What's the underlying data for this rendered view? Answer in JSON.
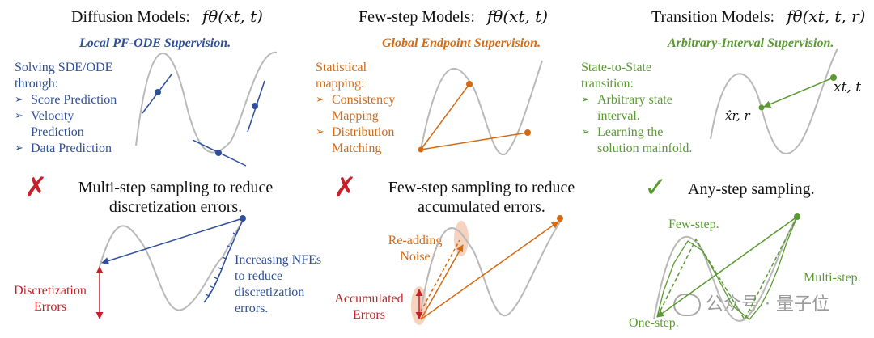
{
  "panels": [
    {
      "title": "Diffusion Models:",
      "formula": "fθ(xt, t)",
      "subtitle": "Local PF-ODE Supervision.",
      "intro": "Solving SDE/ODE through:",
      "bullets": [
        "Score Prediction",
        "Velocity Prediction",
        "Data Prediction"
      ],
      "bottom_title": "Multi-step sampling to reduce discretization errors.",
      "mark": "✗",
      "labels": {
        "errors": "Discretization Errors",
        "nfe": "Increasing NFEs to reduce discretization errors."
      }
    },
    {
      "title": "Few-step Models:",
      "formula": "fθ(xt, t)",
      "subtitle": "Global Endpoint Supervision.",
      "intro": "Statistical mapping:",
      "bullets": [
        "Consistency Mapping",
        "Distribution Matching"
      ],
      "bottom_title": "Few-step sampling to reduce accumulated errors.",
      "mark": "✗",
      "labels": {
        "noise": "Re-adding Noise",
        "errors": "Accumulated Errors"
      }
    },
    {
      "title": "Transition Models:",
      "formula": "fθ(xt, t, r)",
      "subtitle": "Arbitrary-Interval Supervision.",
      "intro": "State-to-State transition:",
      "bullets": [
        "Arbitrary state interval.",
        "Learning the solution mainfold."
      ],
      "bottom_title": "Any-step sampling.",
      "mark": "✓",
      "labels": {
        "few": "Few-step.",
        "multi": "Multi-step.",
        "one": "One-step.",
        "xt": "xt, t",
        "xr": "x̂r, r"
      }
    }
  ],
  "watermark": "公众号 · 量子位",
  "colors": {
    "blue": "#2e4f9a",
    "orange": "#d56a12",
    "green": "#5a9a31",
    "red": "#c8202a",
    "curve": "#b9b9b9"
  }
}
